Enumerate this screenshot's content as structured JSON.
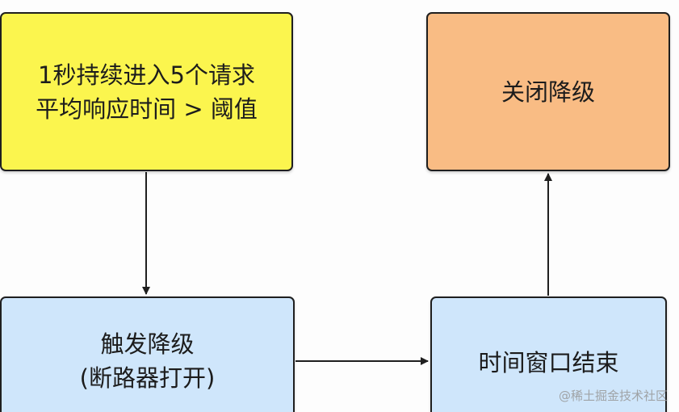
{
  "nodes": {
    "start": {
      "line1": "1秒持续进入5个请求",
      "line2": "平均响应时间 > 阈值",
      "color": "#fbf54e"
    },
    "close": {
      "label": "关闭降级",
      "color": "#f9bc84"
    },
    "trigger": {
      "line1": "触发降级",
      "line2": "(断路器打开)",
      "color": "#cfe6fb"
    },
    "window": {
      "label": "时间窗口结束",
      "color": "#cfe6fb"
    }
  },
  "edges": [
    {
      "from": "start",
      "to": "trigger"
    },
    {
      "from": "trigger",
      "to": "window"
    },
    {
      "from": "window",
      "to": "close"
    }
  ],
  "watermark": "@稀土掘金技术社区"
}
